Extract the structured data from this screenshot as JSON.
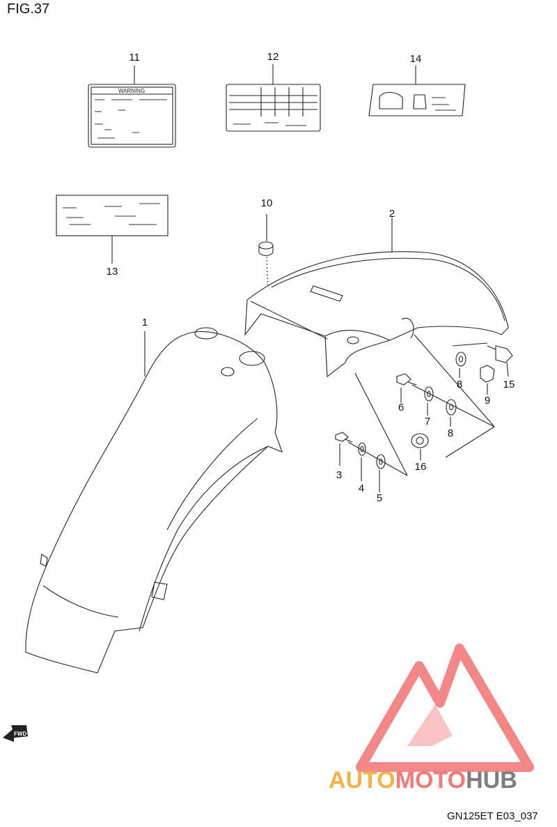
{
  "figure": {
    "title": "FIG.37",
    "code": "GN125ET E03_037"
  },
  "callouts": [
    {
      "id": "c1",
      "label": "1"
    },
    {
      "id": "c2",
      "label": "2"
    },
    {
      "id": "c3",
      "label": "3"
    },
    {
      "id": "c4",
      "label": "4"
    },
    {
      "id": "c5",
      "label": "5"
    },
    {
      "id": "c6",
      "label": "6"
    },
    {
      "id": "c7",
      "label": "7"
    },
    {
      "id": "c8a",
      "label": "8"
    },
    {
      "id": "c8b",
      "label": "8"
    },
    {
      "id": "c9",
      "label": "9"
    },
    {
      "id": "c10",
      "label": "10"
    },
    {
      "id": "c11",
      "label": "11"
    },
    {
      "id": "c12",
      "label": "12"
    },
    {
      "id": "c13",
      "label": "13"
    },
    {
      "id": "c14",
      "label": "14"
    },
    {
      "id": "c15",
      "label": "15"
    },
    {
      "id": "c16",
      "label": "16"
    }
  ],
  "fwd_label": "FWD",
  "warning_label": "WARNING",
  "watermark": {
    "part1": "AUTO",
    "part2": "MOTO",
    "part3": "HUB",
    "colors": {
      "auto": "#f6b24a",
      "moto": "#f27a7a",
      "hub": "#7d7d7d",
      "logo": "#f27a7a"
    }
  }
}
